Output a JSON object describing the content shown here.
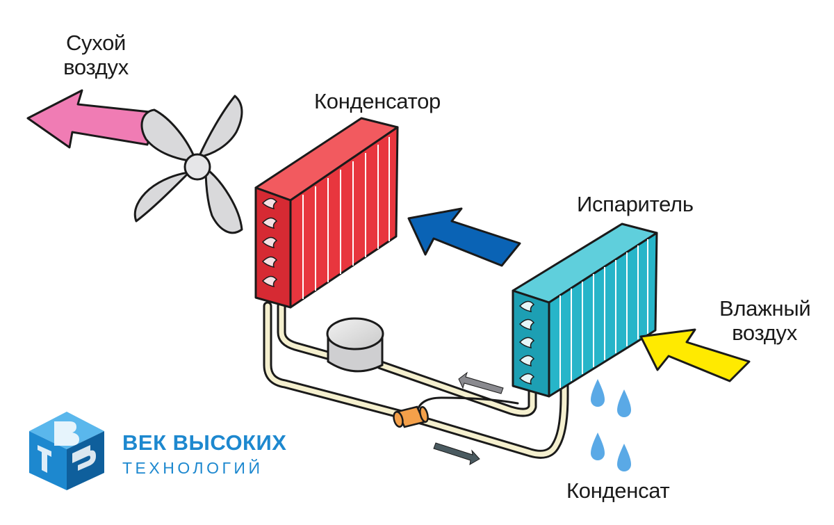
{
  "labels": {
    "dry_air_line1": "Сухой",
    "dry_air_line2": "воздух",
    "condenser": "Конденсатор",
    "evaporator": "Испаритель",
    "humid_air_line1": "Влажный",
    "humid_air_line2": "воздух",
    "condensate": "Конденсат"
  },
  "brand": {
    "line1": "ВЕК ВЫСОКИХ",
    "line2": "ТЕХНОЛОГИЙ"
  },
  "colors": {
    "dry_air_arrow": "#f07cb4",
    "condenser": "#e8363e",
    "internal_airflow_arrow": "#0a63b5",
    "evaporator": "#27b5c9",
    "humid_air_arrow": "#ffea00",
    "water_drops": "#5aa9e6",
    "expansion_valve": "#f4a04a",
    "brand_blue": "#1d88cf"
  }
}
